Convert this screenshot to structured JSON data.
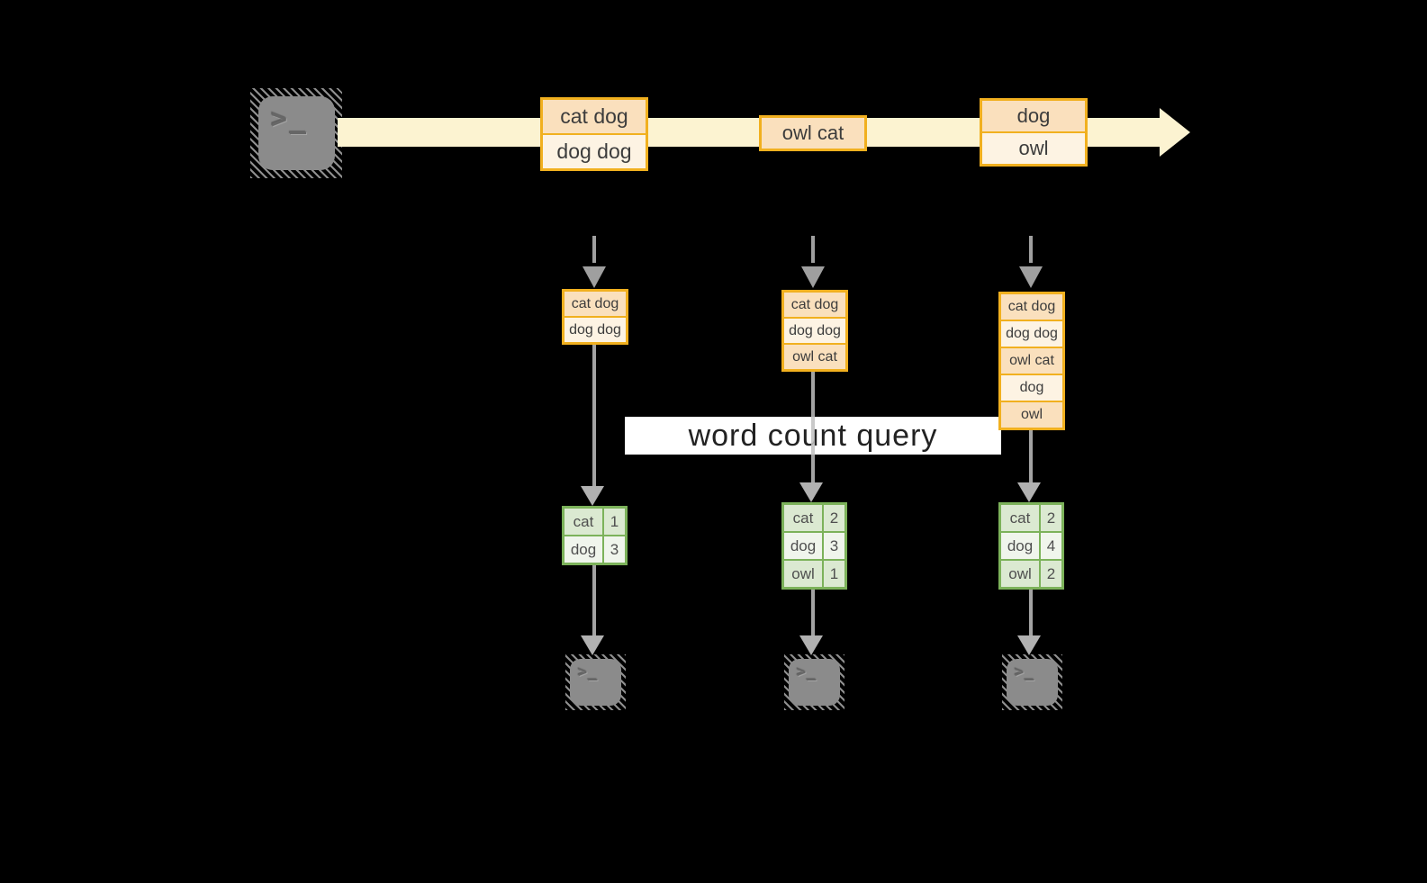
{
  "banner": {
    "label": "word count query"
  },
  "icons": {
    "terminal_glyph": ">_",
    "source": "terminal-icon",
    "sink": "terminal-icon"
  },
  "colors": {
    "background": "#000000",
    "stream_band": "#fcf3d1",
    "box_border": "#f1b01f",
    "box_fill_dark": "#fae0bd",
    "box_fill_light": "#fdf3e3",
    "table_border": "#7cb25a",
    "table_row_dark": "#dbe9d1",
    "table_row_light": "#f0f5ec",
    "arrow_gray": "#9f9f9f",
    "terminal_gray": "#8b8b8b"
  },
  "stream": {
    "groups": [
      {
        "cells": [
          "cat dog",
          "dog dog"
        ]
      },
      {
        "cells": [
          "owl cat"
        ]
      },
      {
        "cells": [
          "dog",
          "owl"
        ]
      }
    ]
  },
  "columns": [
    {
      "buffer": [
        "cat dog",
        "dog dog"
      ],
      "counts": [
        {
          "word": "cat",
          "count": "1"
        },
        {
          "word": "dog",
          "count": "3"
        }
      ]
    },
    {
      "buffer": [
        "cat dog",
        "dog dog",
        "owl cat"
      ],
      "counts": [
        {
          "word": "cat",
          "count": "2"
        },
        {
          "word": "dog",
          "count": "3"
        },
        {
          "word": "owl",
          "count": "1"
        }
      ]
    },
    {
      "buffer": [
        "cat dog",
        "dog dog",
        "owl cat",
        "dog",
        "owl"
      ],
      "counts": [
        {
          "word": "cat",
          "count": "2"
        },
        {
          "word": "dog",
          "count": "4"
        },
        {
          "word": "owl",
          "count": "2"
        }
      ]
    }
  ]
}
